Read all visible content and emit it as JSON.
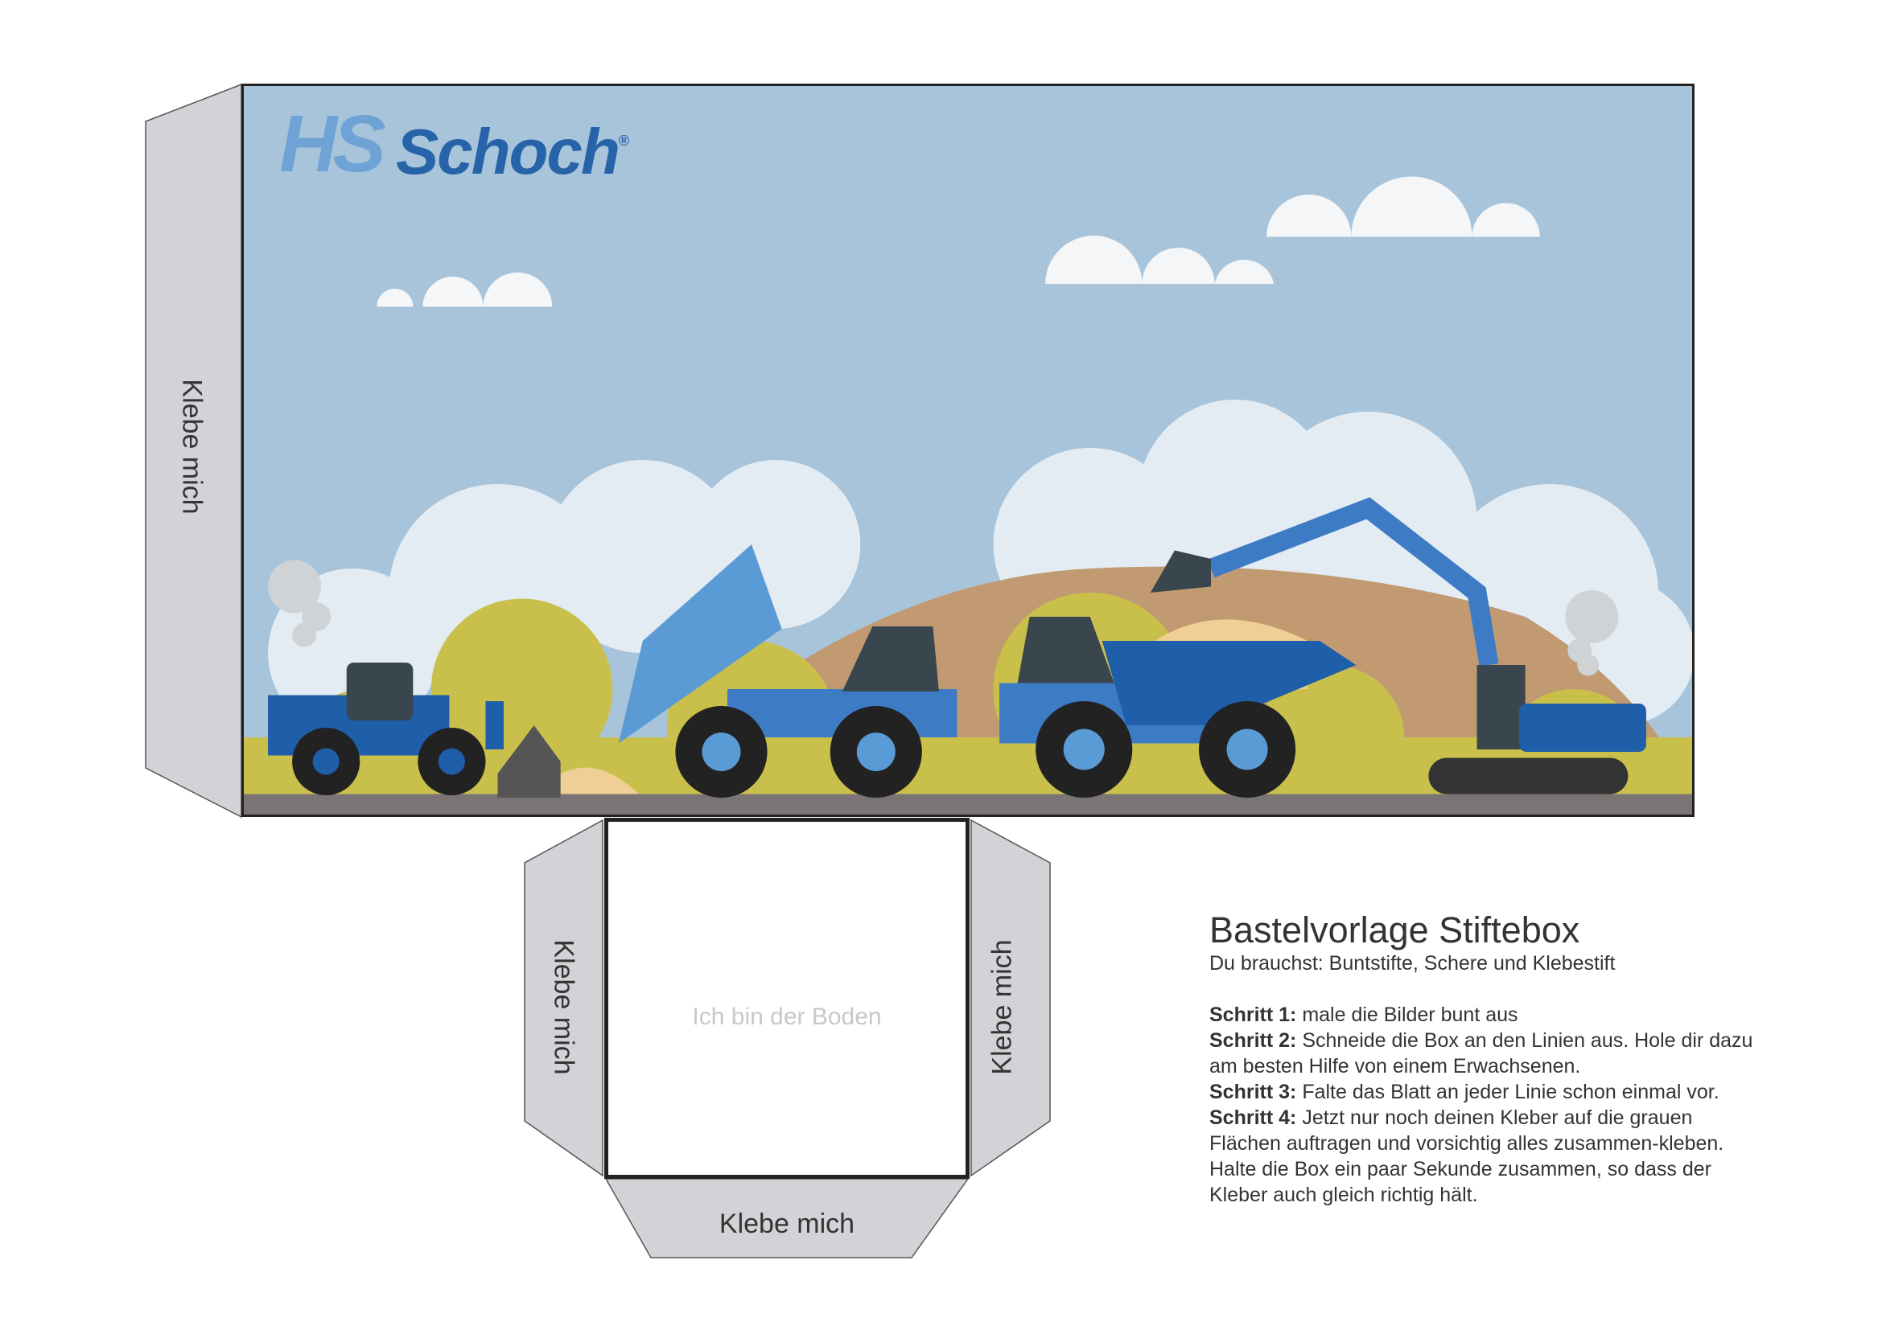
{
  "logo": {
    "mark": "HS",
    "name": "Schoch",
    "registered": "®"
  },
  "flaps": {
    "left_side": "Klebe mich",
    "bottom_left": "Klebe mich",
    "bottom_right": "Klebe mich",
    "bottom_bottom": "Klebe mich"
  },
  "bottom_panel": {
    "label": "Ich bin der Boden"
  },
  "instructions": {
    "title": "Bastelvorlage Stiftebox",
    "subtitle": "Du brauchst: Buntstifte, Schere und Klebestift",
    "steps": [
      {
        "label": "Schritt 1:",
        "text": "male die Bilder bunt aus"
      },
      {
        "label": "Schritt 2:",
        "text": "Schneide die Box an den Linien aus. Hole dir dazu am besten Hilfe von einem Erwachsenen."
      },
      {
        "label": "Schritt 3:",
        "text": "Falte das Blatt an jeder Linie schon einmal vor."
      },
      {
        "label": "Schritt 4:",
        "text": "Jetzt nur noch deinen Kleber auf die grauen Flächen auftragen und vorsichtig alles zusammen-kleben. Halte die Box ein paar Sekunde zusammen, so dass der Kleber auch gleich richtig hält."
      }
    ]
  },
  "colors": {
    "sky": "#a8c4db",
    "glue": "#d2d3d6",
    "brand_dark": "#2763a8",
    "brand_light": "#6fa3d6"
  }
}
